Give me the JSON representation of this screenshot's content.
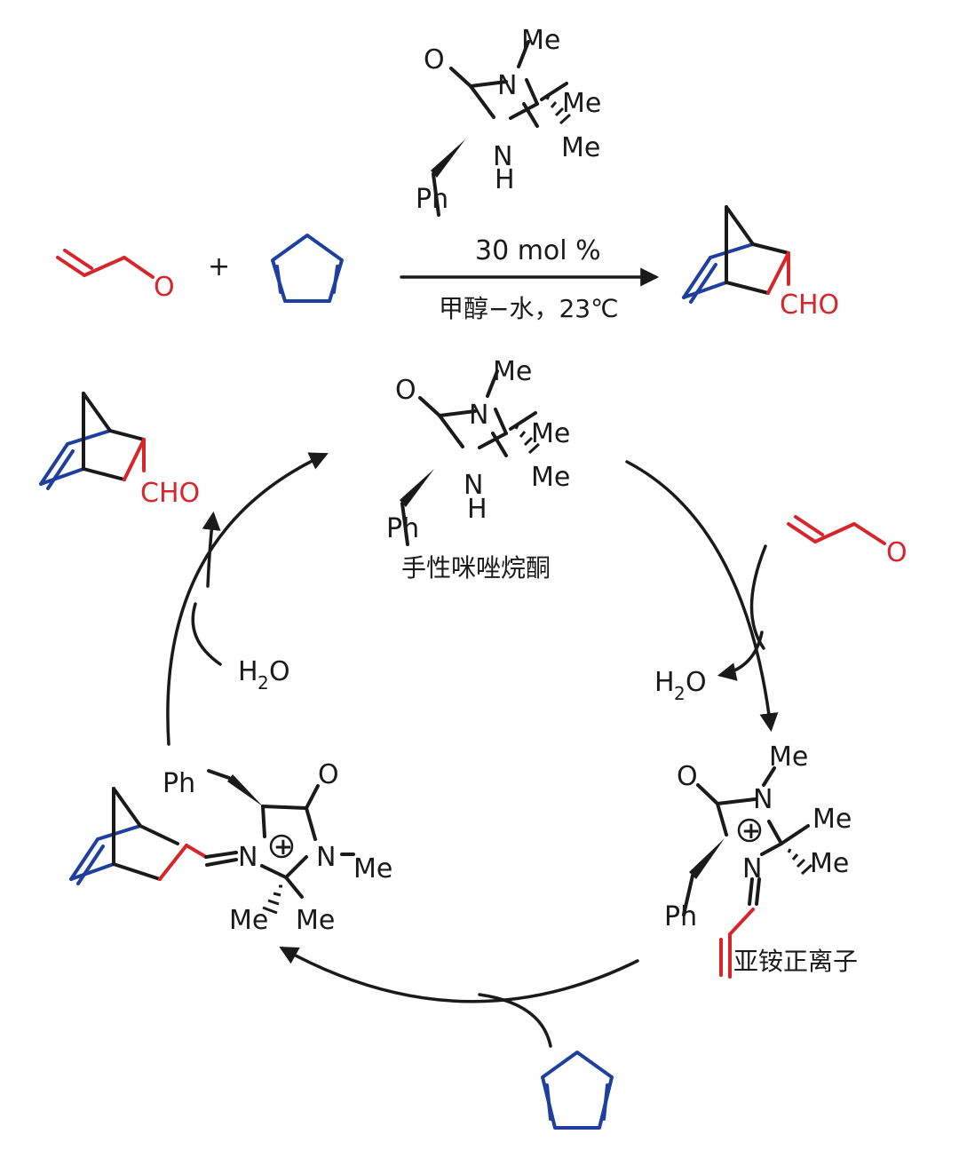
{
  "colors": {
    "ink": "#1a1a1a",
    "red": "#d6262b",
    "blue": "#1f3f9e"
  },
  "atoms": {
    "O": "O",
    "N": "N",
    "H": "H",
    "Me": "Me",
    "Ph": "Ph",
    "CHO": "CHO",
    "plus": "+"
  },
  "water": {
    "H": "H",
    "sub": "2",
    "O": "O"
  },
  "top_reaction": {
    "plus": "+",
    "conditions_above": "30 mol %",
    "conditions_below": "甲醇−水，23℃"
  },
  "cycle": {
    "catalyst_label": "手性咪唑烷酮",
    "iminium_label": "亚铵正离子",
    "charge_symbol": "+"
  }
}
